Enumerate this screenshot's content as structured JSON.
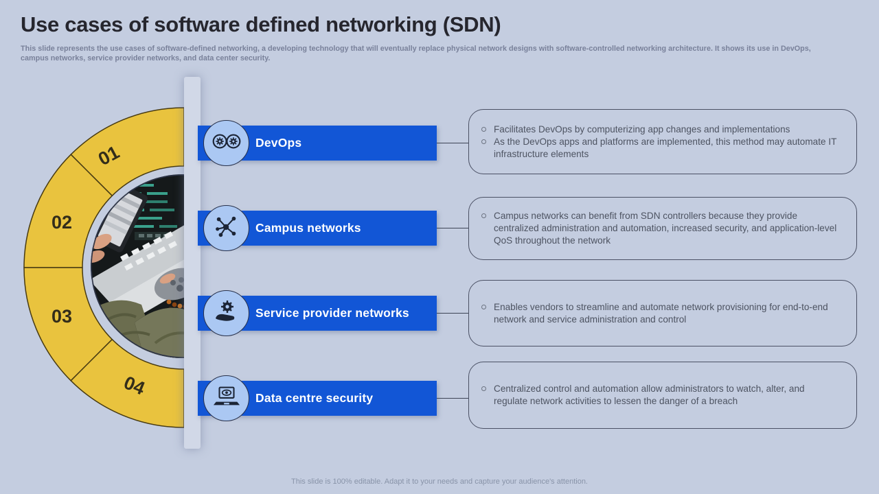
{
  "slide": {
    "title": "Use cases of software defined networking (SDN)",
    "subtitle": "This slide represents the use cases of software-defined networking, a developing technology that will eventually replace physical network designs with software-controlled networking architecture. It shows its use in DevOps, campus networks, service provider networks, and data center security.",
    "footer": "This slide is 100% editable. Adapt it to your needs and capture your audience's attention."
  },
  "donut": {
    "segments": [
      {
        "number": "01"
      },
      {
        "number": "02"
      },
      {
        "number": "03"
      },
      {
        "number": "04"
      }
    ]
  },
  "use_cases": [
    {
      "label": "DevOps",
      "icon": "devops-infinity-gears-icon",
      "points": [
        "Facilitates DevOps by computerizing app changes and implementations",
        "As the DevOps apps and platforms are implemented, this method may automate IT infrastructure elements"
      ]
    },
    {
      "label": "Campus networks",
      "icon": "network-hub-icon",
      "points": [
        "Campus networks can benefit from SDN controllers because they provide centralized administration and automation, increased security, and application-level QoS throughout the network"
      ]
    },
    {
      "label": "Service provider networks",
      "icon": "hand-holding-gear-icon",
      "points": [
        "Enables vendors to streamline and automate network provisioning for end-to-end network and service administration and control"
      ]
    },
    {
      "label": "Data centre security",
      "icon": "laptop-eye-icon",
      "points": [
        "Centralized control and automation allow administrators to watch, alter, and regulate network activities to lessen the danger of a breach"
      ]
    }
  ],
  "colors": {
    "background": "#c4cde0",
    "bar_blue": "#1256d6",
    "icon_circle_blue": "#abc8f3",
    "donut_yellow": "#e9c33e",
    "title_text": "#26262e",
    "body_text": "#4d5361",
    "subtitle_text": "#79819a"
  }
}
